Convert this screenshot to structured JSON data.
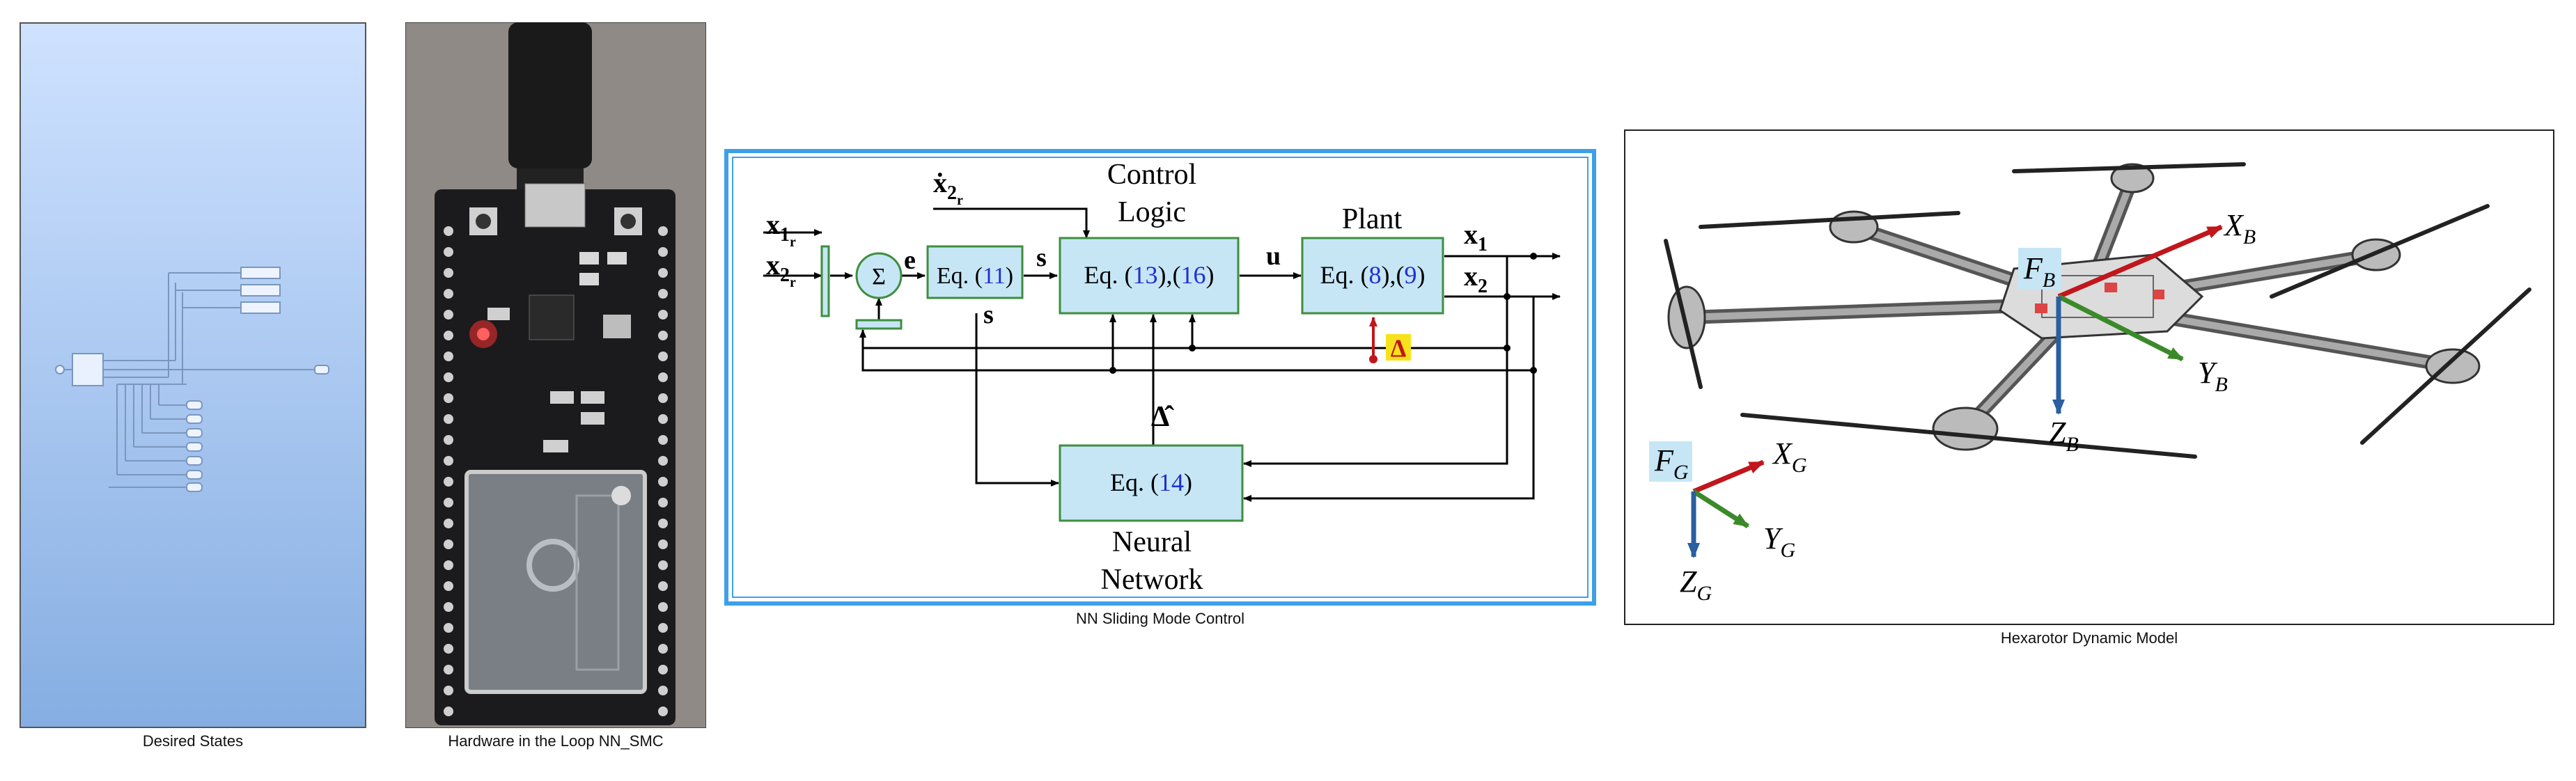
{
  "captions": {
    "desired_states": "Desired States",
    "hil": "Hardware in the Loop NN_SMC",
    "nn_smc": "NN Sliding Mode Control",
    "hexarotor": "Hexarotor Dynamic Model"
  },
  "diagram": {
    "x1r": "x",
    "x1r_sub": "1",
    "x1r_subsub": "r",
    "x2r": "x",
    "x2r_sub": "2",
    "x2r_subsub": "r",
    "x2r_dot": "ẋ",
    "x2r_dot_sub": "2",
    "x2r_dot_subsub": "r",
    "sum": "Σ",
    "e": "e",
    "s_top": "s",
    "s_bottom": "s",
    "u": "u",
    "delta": "Δ",
    "delta_hat": "Δ̂",
    "x1_out": "x",
    "x1_out_sub": "1",
    "x2_out": "x",
    "x2_out_sub": "2",
    "control_logic_line1": "Control",
    "control_logic_line2": "Logic",
    "plant": "Plant",
    "neural_line1": "Neural",
    "neural_line2": "Network",
    "eq11_prefix": "Eq. (",
    "eq11_num": "11",
    "eq11_suffix": ")",
    "eq13_prefix": "Eq. (",
    "eq13_num1": "13",
    "eq13_mid": "),(",
    "eq13_num2": "16",
    "eq13_suffix": ")",
    "eq8_prefix": "Eq. (",
    "eq8_num1": "8",
    "eq8_mid": "),(",
    "eq8_num2": "9",
    "eq8_suffix": ")",
    "eq14_prefix": "Eq. (",
    "eq14_num": "14",
    "eq14_suffix": ")"
  },
  "hexarotor": {
    "fb": "F",
    "fb_sub": "B",
    "xb": "X",
    "xb_sub": "B",
    "yb": "Y",
    "yb_sub": "B",
    "zb": "Z",
    "zb_sub": "B",
    "fg": "F",
    "fg_sub": "G",
    "xg": "X",
    "xg_sub": "G",
    "yg": "Y",
    "yg_sub": "G",
    "zg": "Z",
    "zg_sub": "G"
  },
  "colors": {
    "block_fill": "#c6e6f6",
    "block_stroke": "#3e8e3e",
    "eq_number": "#1f2fd0",
    "frame_blue": "#3da0e8",
    "axis_red": "#c0161c",
    "axis_green": "#3b8a2a",
    "axis_blue": "#2a5fa0",
    "delta_yellow": "#f7e11a"
  }
}
